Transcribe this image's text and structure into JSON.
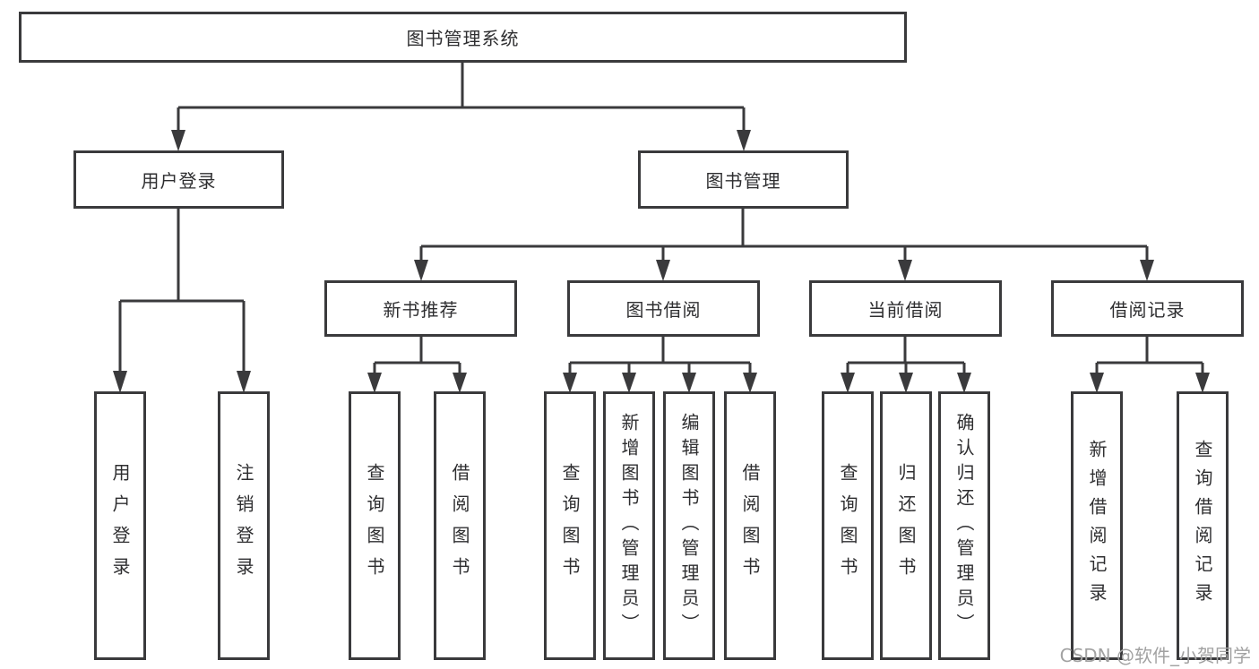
{
  "tree": {
    "root": {
      "label": "图书管理系统",
      "children": [
        {
          "label": "用户登录",
          "children": [
            {
              "label": "用户登录"
            },
            {
              "label": "注销登录"
            }
          ]
        },
        {
          "label": "图书管理",
          "children": [
            {
              "label": "新书推荐",
              "children": [
                {
                  "label": "查询图书"
                },
                {
                  "label": "借阅图书"
                }
              ]
            },
            {
              "label": "图书借阅",
              "children": [
                {
                  "label": "查询图书"
                },
                {
                  "label": "新增图书（管理员）"
                },
                {
                  "label": "编辑图书（管理员）"
                },
                {
                  "label": "借阅图书"
                }
              ]
            },
            {
              "label": "当前借阅",
              "children": [
                {
                  "label": "查询图书"
                },
                {
                  "label": "归还图书"
                },
                {
                  "label": "确认归还（管理员）"
                }
              ]
            },
            {
              "label": "借阅记录",
              "children": [
                {
                  "label": "新增借阅记录"
                },
                {
                  "label": "查询借阅记录"
                }
              ]
            }
          ]
        }
      ]
    }
  },
  "colors": {
    "line": "#3a3a3c",
    "text": "#2e2e30",
    "watermark_gray": "#a2a2a2",
    "background": "#ffffff"
  },
  "watermark": {
    "text": "CSDN @软件_小贺同学"
  }
}
